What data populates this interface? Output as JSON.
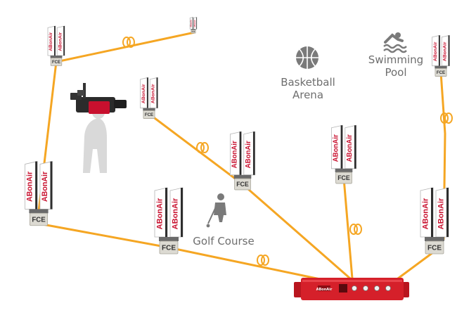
{
  "brand": {
    "antenna_text": "ABonAir",
    "node_label": "FCE",
    "device_badge": "ABonAir"
  },
  "venues": {
    "basketball_line1": "Basketball",
    "basketball_line2": "Arena",
    "swimming_line1": "Swimming",
    "swimming_line2": "Pool",
    "golf": "Golf Course"
  },
  "icons": {
    "basketball": "basketball-icon",
    "swimmer": "swimmer-icon",
    "golfer": "golfer-icon",
    "camera_operator": "camera-operator-icon",
    "fiber_coil": "fiber-coil-icon"
  },
  "colors": {
    "fiber": "#f5a623",
    "antenna_text": "#c8102e",
    "receiver_body": "#d5202a",
    "fce_box": "#dcdad2",
    "venue_text": "#6e6e6e",
    "operator": "#d9d9d9"
  }
}
